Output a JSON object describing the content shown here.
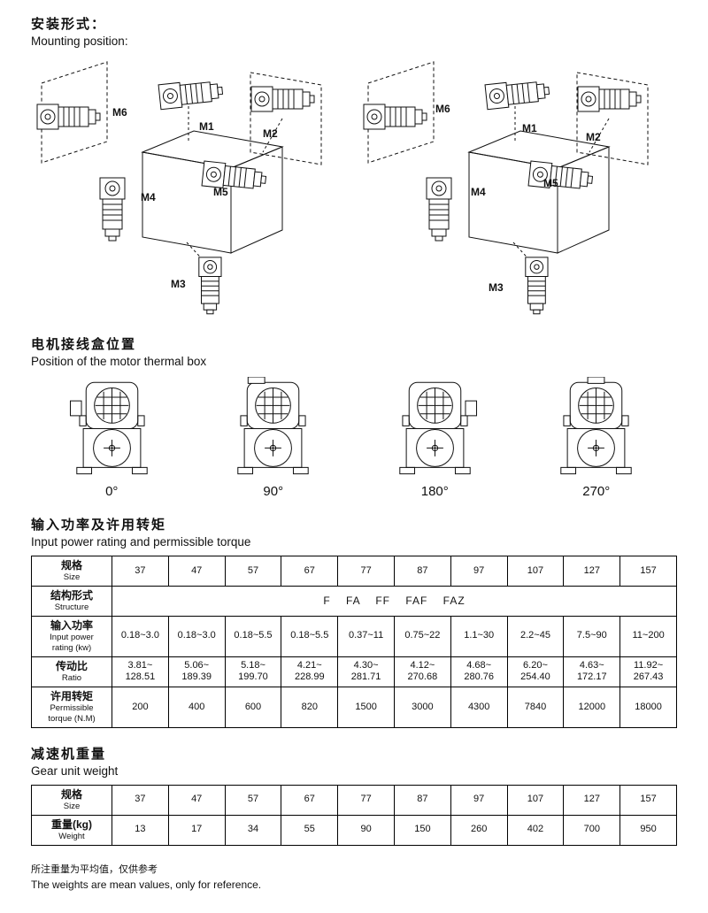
{
  "sections": {
    "mounting": {
      "title_zh": "安装形式：",
      "title_en": "Mounting position:",
      "left_labels": [
        "M6",
        "M1",
        "M2",
        "M4",
        "M5",
        "M3"
      ],
      "right_labels": [
        "M6",
        "M1",
        "M2",
        "M4",
        "M5",
        "M3"
      ]
    },
    "thermal_box": {
      "title_zh": "电机接线盒位置",
      "title_en": "Position of the motor thermal box",
      "angles": [
        "0°",
        "90°",
        "180°",
        "270°"
      ]
    },
    "power_torque": {
      "title_zh": "输入功率及许用转矩",
      "title_en": "Input power rating and permissible torque"
    },
    "weight": {
      "title_zh": "减速机重量",
      "title_en": "Gear unit weight"
    },
    "footnote": {
      "zh": "所注重量为平均值，仅供参考",
      "en": "The weights are mean values, only for reference."
    }
  },
  "tables": {
    "power_torque": {
      "type": "table",
      "rows": [
        {
          "label_zh": "规格",
          "label_en_lines": [
            "Size"
          ],
          "values": [
            "37",
            "47",
            "57",
            "67",
            "77",
            "87",
            "97",
            "107",
            "127",
            "157"
          ]
        },
        {
          "label_zh": "结构形式",
          "label_en_lines": [
            "Structure"
          ],
          "span_value": "F    FA    FF    FAF    FAZ"
        },
        {
          "label_zh": "输入功率",
          "label_en_lines": [
            "Input power",
            "rating (kw)"
          ],
          "values": [
            "0.18~3.0",
            "0.18~3.0",
            "0.18~5.5",
            "0.18~5.5",
            "0.37~11",
            "0.75~22",
            "1.1~30",
            "2.2~45",
            "7.5~90",
            "11~200"
          ]
        },
        {
          "label_zh": "传动比",
          "label_en_lines": [
            "Ratio"
          ],
          "values": [
            [
              "3.81~",
              "128.51"
            ],
            [
              "5.06~",
              "189.39"
            ],
            [
              "5.18~",
              "199.70"
            ],
            [
              "4.21~",
              "228.99"
            ],
            [
              "4.30~",
              "281.71"
            ],
            [
              "4.12~",
              "270.68"
            ],
            [
              "4.68~",
              "280.76"
            ],
            [
              "6.20~",
              "254.40"
            ],
            [
              "4.63~",
              "172.17"
            ],
            [
              "11.92~",
              "267.43"
            ]
          ]
        },
        {
          "label_zh": "许用转矩",
          "label_en_lines": [
            "Permissible",
            "torque (N.M)"
          ],
          "values": [
            "200",
            "400",
            "600",
            "820",
            "1500",
            "3000",
            "4300",
            "7840",
            "12000",
            "18000"
          ]
        }
      ]
    },
    "weight": {
      "type": "table",
      "rows": [
        {
          "label_zh": "规格",
          "label_en_lines": [
            "Size"
          ],
          "values": [
            "37",
            "47",
            "57",
            "67",
            "77",
            "87",
            "97",
            "107",
            "127",
            "157"
          ]
        },
        {
          "label_zh": "重量(kg)",
          "label_en_lines": [
            "Weight"
          ],
          "values": [
            "13",
            "17",
            "34",
            "55",
            "90",
            "150",
            "260",
            "402",
            "700",
            "950"
          ]
        }
      ]
    }
  }
}
